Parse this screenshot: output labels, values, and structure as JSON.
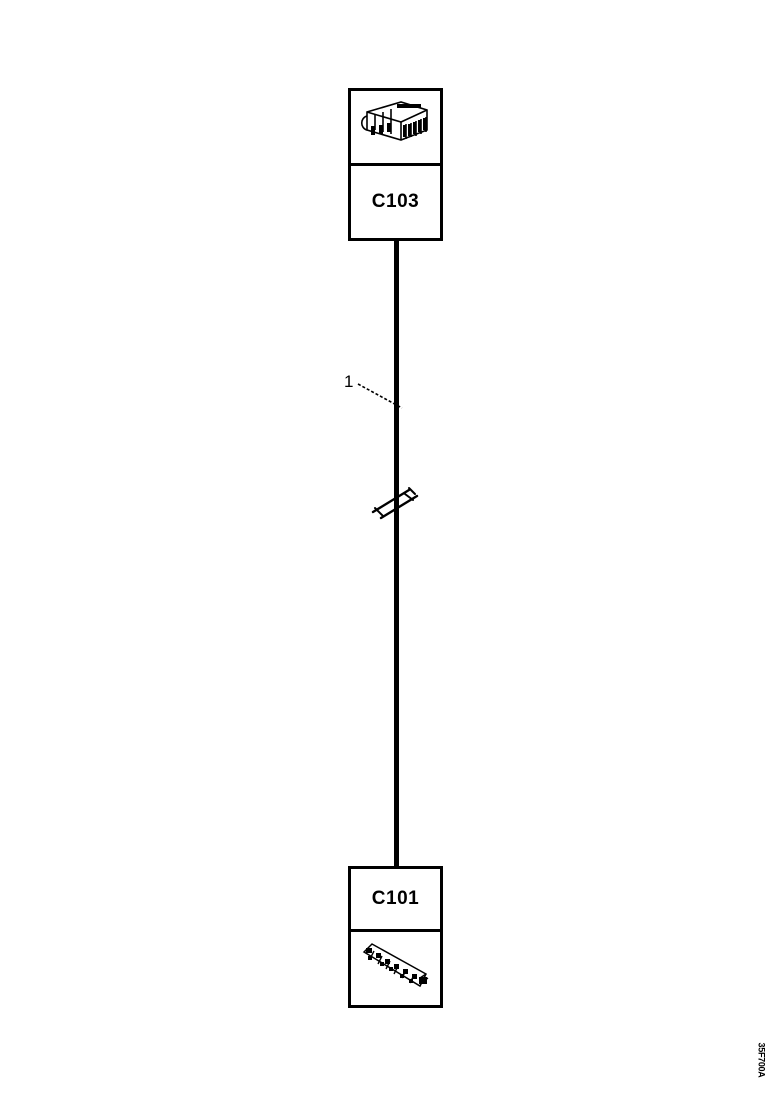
{
  "diagram": {
    "type": "automotive-wiring-harness-diagram",
    "background_color": "#ffffff",
    "line_color": "#000000"
  },
  "connector_top": {
    "label": "C103",
    "icon_name": "multi-pin-connector-housing-illustration"
  },
  "connector_bottom": {
    "label": "C101",
    "icon_name": "inline-terminal-connector-illustration"
  },
  "wire": {
    "callout_number": "1",
    "break_symbol_name": "wire-break-symbol"
  },
  "sheet": {
    "code": "35F700A"
  }
}
